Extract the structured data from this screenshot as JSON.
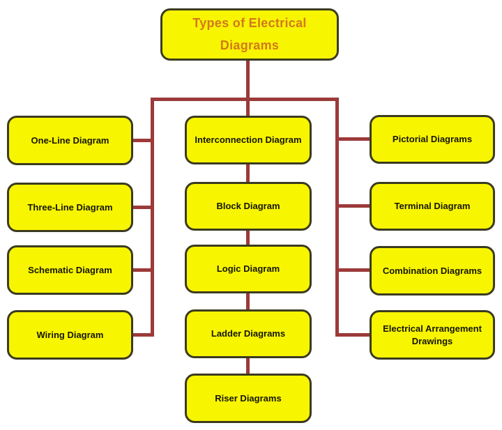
{
  "title": {
    "lines": [
      "Types of Electrical",
      "Diagrams"
    ]
  },
  "columns": {
    "left": {
      "items": [
        "One-Line Diagram",
        "Three-Line Diagram",
        "Schematic Diagram",
        "Wiring Diagram"
      ]
    },
    "center": {
      "items": [
        "Interconnection Diagram",
        "Block Diagram",
        "Logic Diagram",
        "Ladder Diagrams",
        "Riser Diagrams"
      ]
    },
    "right": {
      "items": [
        "Pictorial Diagrams",
        "Terminal Diagram",
        "Combination Diagrams",
        "Electrical Arrangement Drawings"
      ]
    }
  },
  "colors": {
    "background": "#ffffff",
    "box_fill": "#f8f500",
    "box_border": "#3b3b20",
    "connector": "#9c3a3a",
    "title_text": "#d2791c",
    "label_text": "#161600"
  }
}
